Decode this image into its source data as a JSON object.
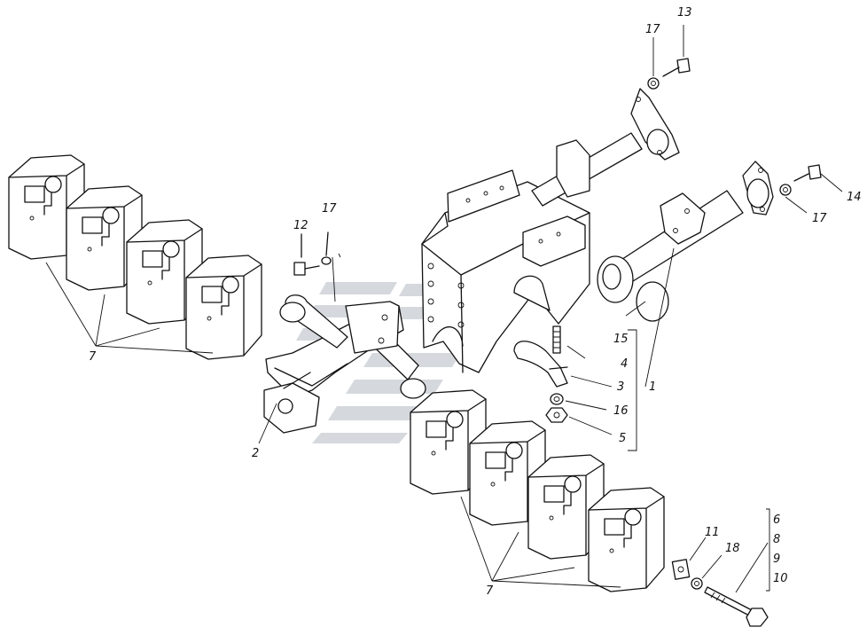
{
  "callouts": {
    "c1": "1",
    "c2": "2",
    "c3": "3",
    "c4": "4",
    "c5": "5",
    "c6": "6",
    "c7_upper": "7",
    "c7_lower": "7",
    "c8": "8",
    "c9": "9",
    "c10": "10",
    "c11": "11",
    "c12": "12",
    "c13": "13",
    "c14": "14",
    "c15": "15",
    "c16": "16",
    "c17_a": "17",
    "c17_b": "17",
    "c17_c": "17",
    "c18": "18"
  },
  "colors": {
    "line": "#111111",
    "watermark": "#c8ccd2",
    "background": "#ffffff"
  },
  "icons": {
    "watermark": "stylized-stripes-watermark"
  }
}
